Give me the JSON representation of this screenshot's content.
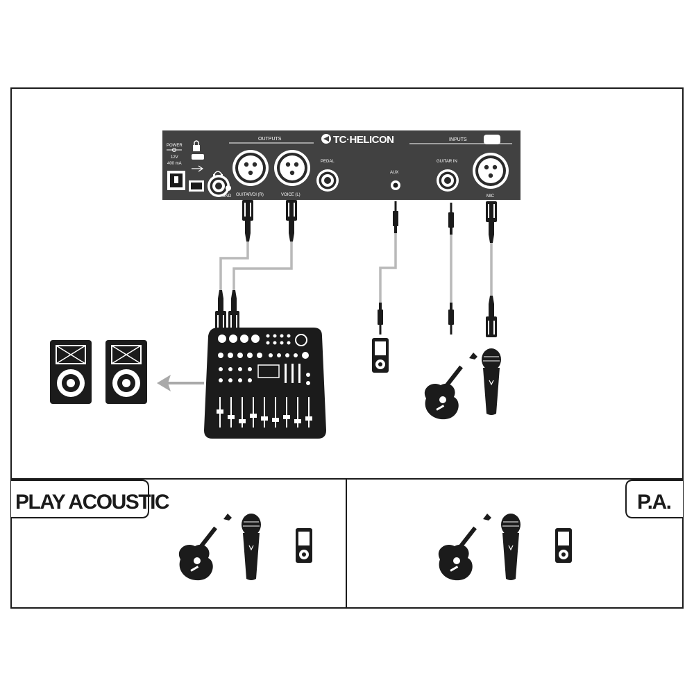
{
  "unit": {
    "brand": "TC·HELICON",
    "outputs_label": "OUTPUTS",
    "inputs_label": "INPUTS",
    "power_label": "POWER",
    "power_spec": "12V",
    "power_current": "400 mA",
    "guitar_output_label": "GUITAR/DI (R)",
    "voice_output_label": "VOICE (L)",
    "pedal_label": "PEDAL",
    "aux_label": "AUX",
    "guitar_in_label": "GUITAR IN",
    "mic_label": "MIC",
    "gnd_label": "GND"
  },
  "modes": {
    "left": "PLAY ACOUSTIC",
    "right": "P.A."
  },
  "colors": {
    "panel": "#414141",
    "ink": "#1b1b1b",
    "cable": "#b9b9b9",
    "arrow": "#a9a9a9"
  },
  "icons": [
    "speaker-icon",
    "mixer-icon",
    "mp3-player-icon",
    "acoustic-guitar-icon",
    "microphone-icon",
    "xlr-connector-icon",
    "jack-connector-icon"
  ]
}
